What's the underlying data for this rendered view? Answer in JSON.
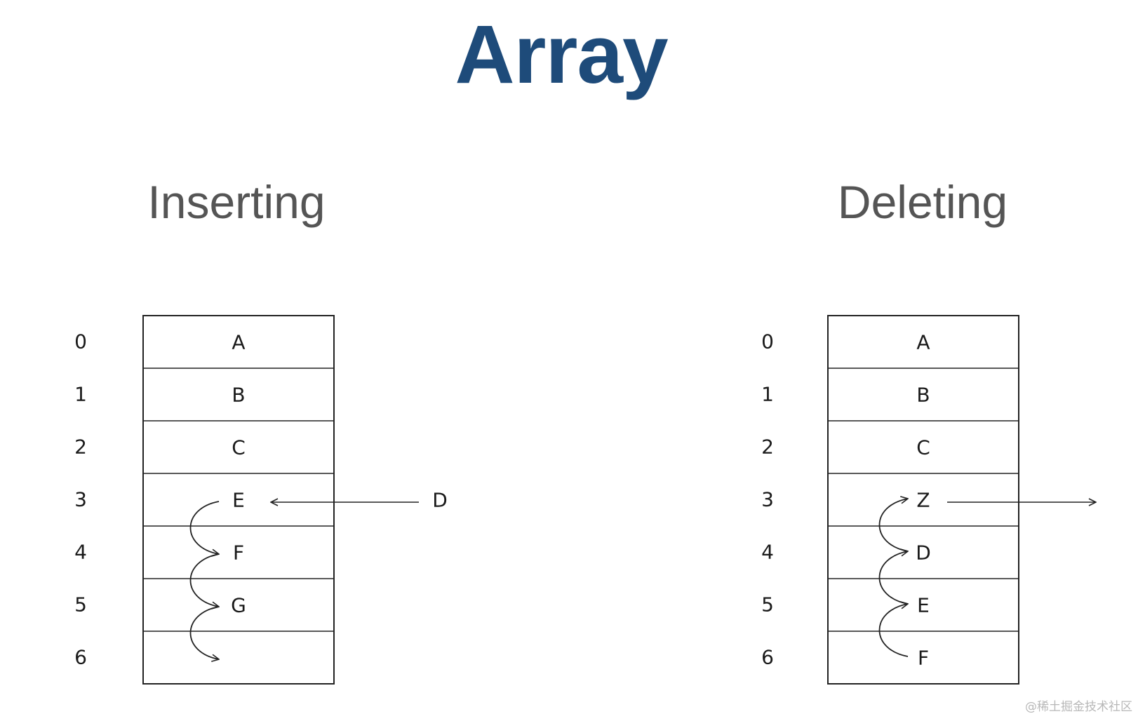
{
  "title": "Array",
  "inserting": {
    "title": "Inserting",
    "indices": [
      "0",
      "1",
      "2",
      "3",
      "4",
      "5",
      "6"
    ],
    "cells": [
      "A",
      "B",
      "C",
      "E",
      "F",
      "G",
      ""
    ],
    "incoming": "D"
  },
  "deleting": {
    "title": "Deleting",
    "indices": [
      "0",
      "1",
      "2",
      "3",
      "4",
      "5",
      "6"
    ],
    "cells": [
      "A",
      "B",
      "C",
      "Z",
      "D",
      "E",
      "F"
    ]
  },
  "watermark": "@稀土掘金技术社区",
  "colors": {
    "title": "#1e4b7a",
    "subtitle": "#555555",
    "line": "#222222"
  }
}
